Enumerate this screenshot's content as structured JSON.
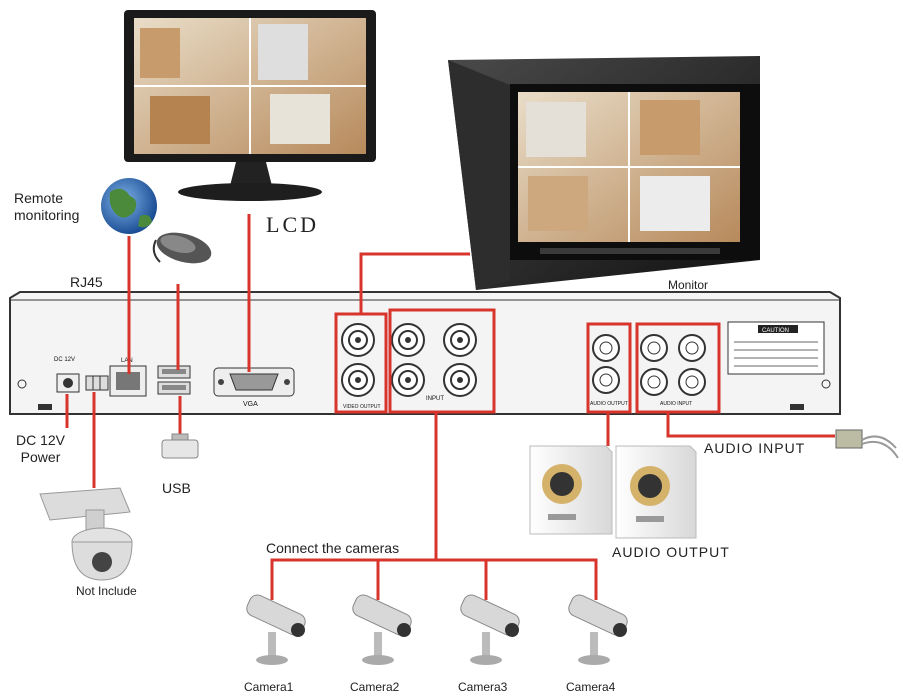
{
  "labels": {
    "lcd": "LCD",
    "monitor": "Monitor",
    "remote_monitoring_line1": "Remote",
    "remote_monitoring_line2": "monitoring",
    "rj45": "RJ45",
    "dc_power_line1": "DC 12V",
    "dc_power_line2": "Power",
    "usb": "USB",
    "not_include": "Not Include",
    "connect_cameras": "Connect the cameras",
    "audio_input": "AUDIO INPUT",
    "audio_output": "AUDIO OUTPUT",
    "cameras": [
      "Camera1",
      "Camera2",
      "Camera3",
      "Camera4"
    ]
  },
  "panel_labels": {
    "dc": "DC 12V",
    "lan": "LAN",
    "vga": "VGA",
    "video_output": "VIDEO OUTPUT",
    "video_input": "INPUT",
    "audio_output": "AUDIO OUTPUT",
    "audio_input": "AUDIO INPUT",
    "caution": "CAUTION"
  },
  "colors": {
    "connector_line": "#d9342b",
    "panel_body": "#f4f4f4",
    "panel_stroke": "#333333"
  }
}
